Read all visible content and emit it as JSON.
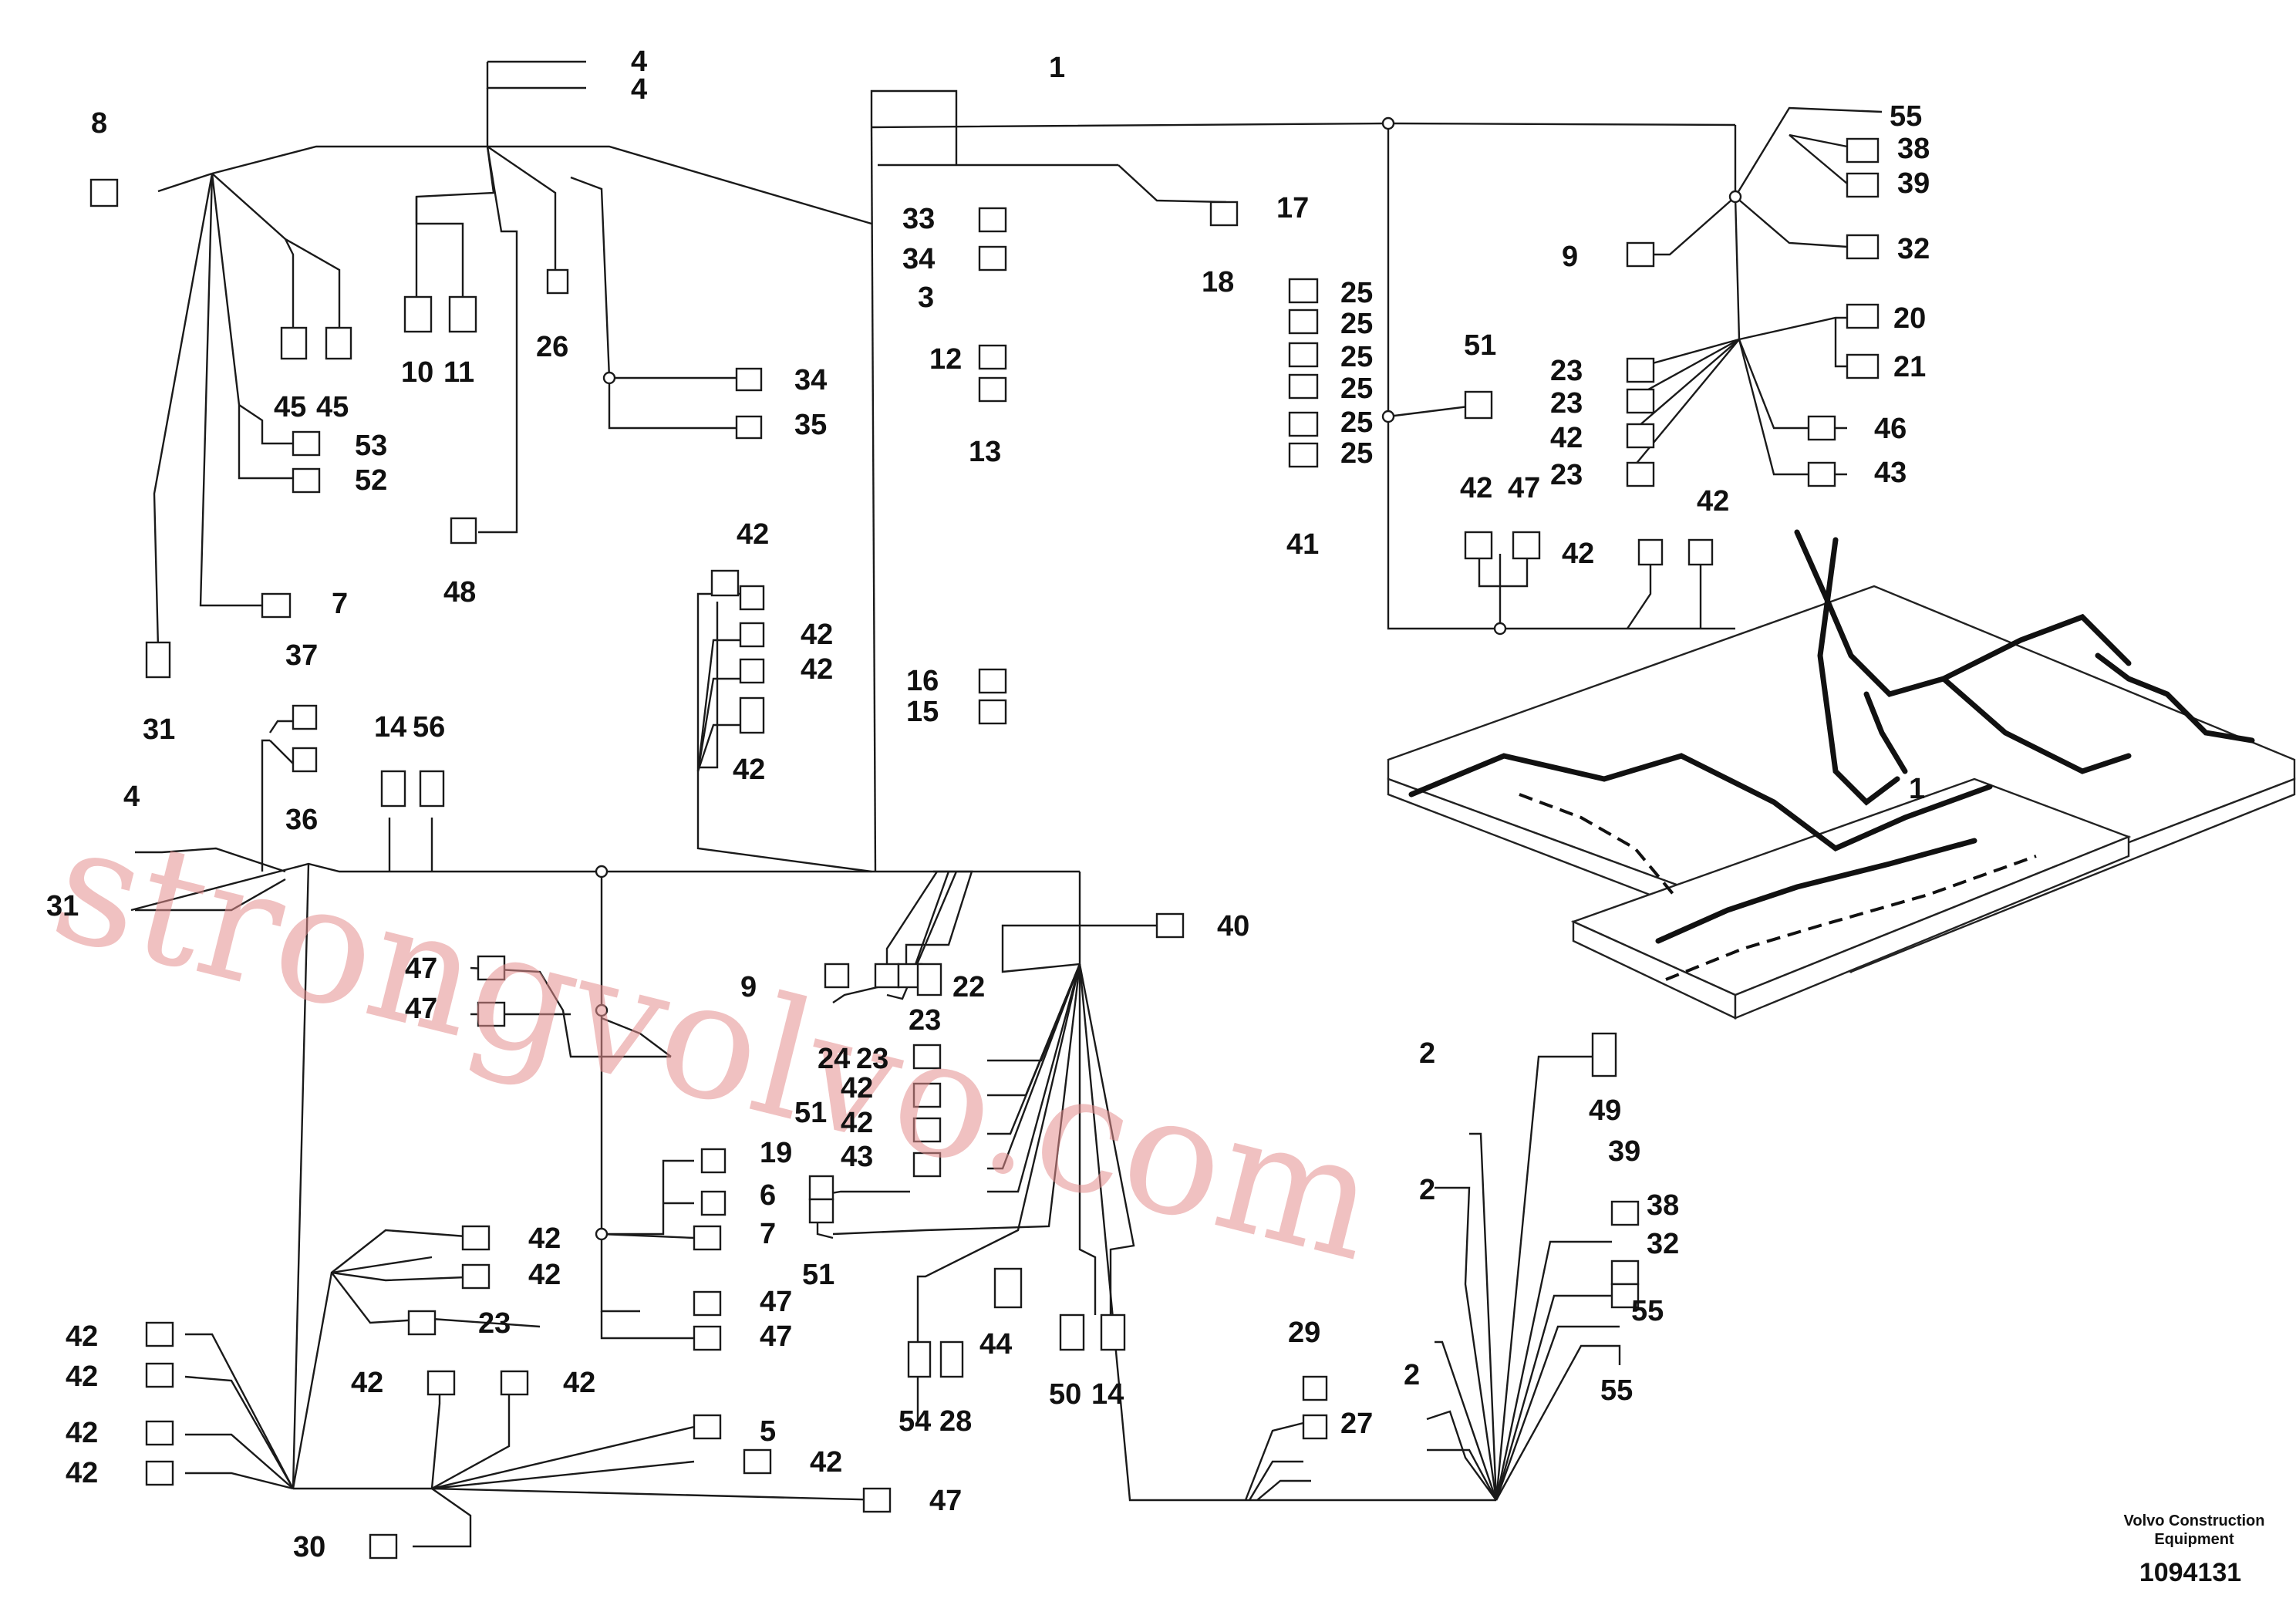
{
  "footer": {
    "company_line1": "Volvo Construction",
    "company_line2": "Equipment",
    "part_number": "1094131"
  },
  "watermark": "strongvolvo.com",
  "labels": [
    "1",
    "4",
    "4",
    "8",
    "17",
    "33",
    "34",
    "3",
    "18",
    "12",
    "13",
    "25",
    "25",
    "25",
    "25",
    "25",
    "25",
    "25",
    "41",
    "55",
    "38",
    "39",
    "9",
    "32",
    "20",
    "21",
    "23",
    "23",
    "42",
    "23",
    "46",
    "43",
    "51",
    "42",
    "47",
    "42",
    "42",
    "10",
    "11",
    "26",
    "45",
    "45",
    "34",
    "35",
    "53",
    "52",
    "48",
    "7",
    "31",
    "42",
    "42",
    "42",
    "42",
    "16",
    "15",
    "37",
    "14",
    "56",
    "36",
    "4",
    "31",
    "1",
    "40",
    "47",
    "47",
    "9",
    "22",
    "23",
    "24",
    "23",
    "42",
    "42",
    "43",
    "51",
    "19",
    "6",
    "7",
    "51",
    "44",
    "54",
    "28",
    "50",
    "14",
    "42",
    "42",
    "23",
    "47",
    "47",
    "42",
    "42",
    "42",
    "42",
    "42",
    "42",
    "5",
    "42",
    "47",
    "30",
    "2",
    "2",
    "49",
    "39",
    "38",
    "32",
    "55",
    "55",
    "29",
    "27",
    "2"
  ]
}
